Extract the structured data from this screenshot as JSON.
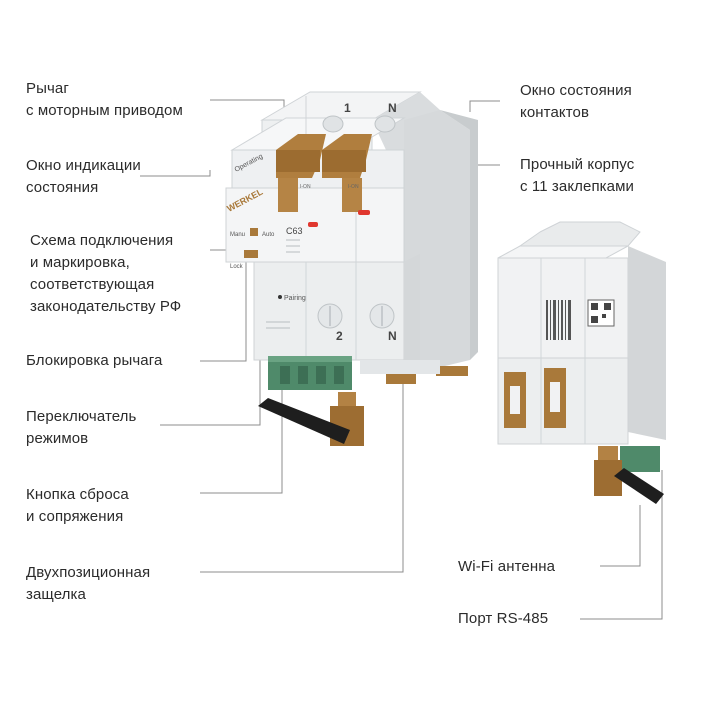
{
  "callouts": {
    "lever": "Рычаг\nс моторным приводом",
    "status_window": "Окно индикации\nсостояния",
    "wiring": "Схема подключения\nи маркировка,\nсоответствующая\nзаконодательству РФ",
    "lever_lock": "Блокировка рычага",
    "mode_switch": "Переключатель\nрежимов",
    "reset_button": "Кнопка сброса\nи сопряжения",
    "latch": "Двухпозиционная\nзащелка",
    "contact_window": "Окно состояния\nконтактов",
    "housing": "Прочный корпус\nс 11 заклепками",
    "antenna": "Wi-Fi антенна",
    "rs485": "Порт RS-485"
  },
  "device": {
    "brand": "WERKEL",
    "rating": "C63",
    "operating": "Operating",
    "manu": "Manu",
    "auto": "Auto",
    "lock": "Lock",
    "pairing": "Pairing",
    "pole_top_1": "1",
    "pole_top_n": "N",
    "pole_bottom_2": "2",
    "pole_bottom_n": "N",
    "on_mark": "I-ON"
  },
  "colors": {
    "body": "#eceeef",
    "body_shadow": "#d6d9db",
    "bronze": "#a9793a",
    "terminal_green": "#4f8a6a",
    "indicator_red": "#e0372f",
    "antenna": "#1e1e1e",
    "leader_line": "#8a8a8a"
  }
}
